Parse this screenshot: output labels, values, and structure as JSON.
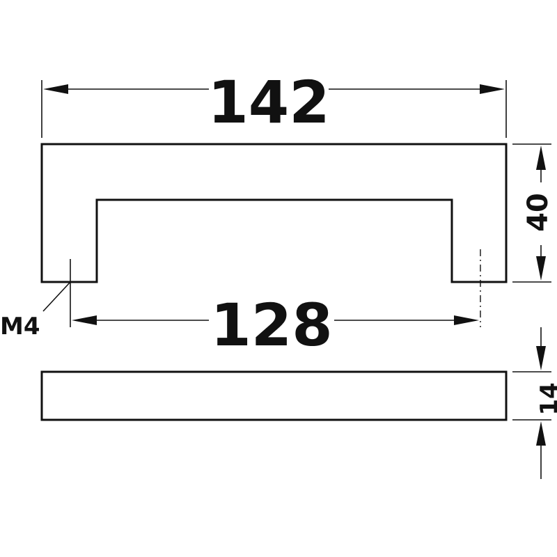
{
  "dimensions": {
    "overall_length": "142",
    "hole_spacing": "128",
    "height": "40",
    "thickness": "14",
    "thread": "M4"
  }
}
